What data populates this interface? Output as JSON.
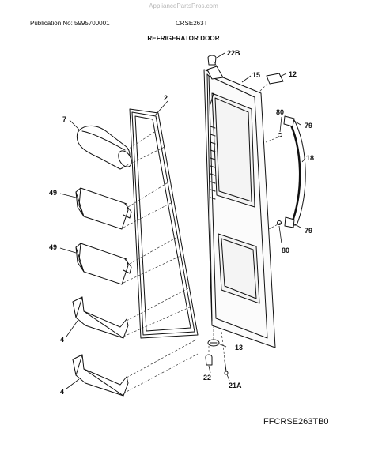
{
  "watermark": "AppliancePartsPros.com",
  "header": {
    "publication": "Publication No: 5995700001",
    "model": "CRSE263T"
  },
  "title": "REFRIGERATOR DOOR",
  "diagram_code": "FFCRSE263TB0",
  "callouts": {
    "c22b": "22B",
    "c15": "15",
    "c12": "12",
    "c2": "2",
    "c7": "7",
    "c80a": "80",
    "c79a": "79",
    "c18": "18",
    "c49a": "49",
    "c49b": "49",
    "c79b": "79",
    "c80b": "80",
    "c4a": "4",
    "c4b": "4",
    "c13": "13",
    "c22": "22",
    "c21a": "21A"
  }
}
